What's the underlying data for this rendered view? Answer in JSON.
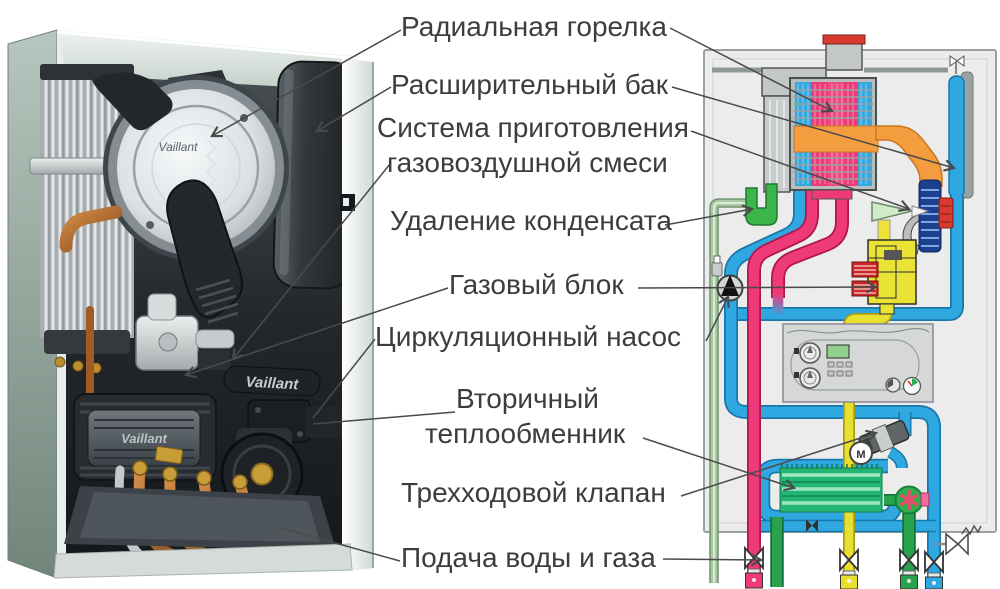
{
  "labels": [
    "Радиальная горелка",
    "Расширительный бак",
    "Система приготовления",
    "газовоздушной смеси",
    "Удаление конденсата",
    "Газовый блок",
    "Циркуляционный насос",
    "Вторичный",
    "теплообменник",
    "Трехходовой клапан",
    "Подача воды и газа"
  ],
  "photo": {
    "brand_door": "Vaillant",
    "brand_pipe": "Vaillant",
    "brand_box": "Vaillant"
  },
  "schematic": {
    "motor_label": "M"
  },
  "colors": {
    "label_text": "#3d3d3d",
    "leader_line": "#4a4a4a",
    "pipe_blue": "#2fa8e2",
    "pipe_pink": "#ee3a78",
    "pipe_yellow": "#e8e030",
    "pipe_green": "#28a24c",
    "condensate_green": "#a9c8a4",
    "burner_orange": "#f49d3f",
    "flue_red": "#d93a2f",
    "fan_navy": "#1d3f8f",
    "casing_sage": "#9fb3a9"
  }
}
